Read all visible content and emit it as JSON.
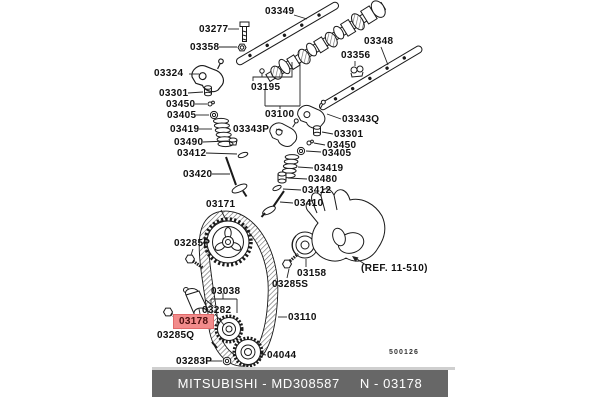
{
  "diagram": {
    "labels": [
      {
        "text": "03349"
      },
      {
        "text": "03277"
      },
      {
        "text": "03358"
      },
      {
        "text": "03348"
      },
      {
        "text": "03324"
      },
      {
        "text": "03356"
      },
      {
        "text": "03301"
      },
      {
        "text": "03450"
      },
      {
        "text": "03405"
      },
      {
        "text": "03419"
      },
      {
        "text": "03490"
      },
      {
        "text": "03412"
      },
      {
        "text": "03420"
      },
      {
        "text": "03195"
      },
      {
        "text": "03100"
      },
      {
        "text": "03343P"
      },
      {
        "text": "03343Q"
      },
      {
        "text": "03301"
      },
      {
        "text": "03450"
      },
      {
        "text": "03405"
      },
      {
        "text": "03419"
      },
      {
        "text": "03480"
      },
      {
        "text": "03412"
      },
      {
        "text": "03410"
      },
      {
        "text": "03171"
      },
      {
        "text": "03285P"
      },
      {
        "text": "03158"
      },
      {
        "text": "03285S"
      },
      {
        "text": "03038"
      },
      {
        "text": "03282"
      },
      {
        "text": "03285Q"
      },
      {
        "text": "03110"
      },
      {
        "text": "03283P"
      },
      {
        "text": "04044"
      }
    ],
    "highlight_label": {
      "text": "03178",
      "background": "#f28b8b",
      "border": "#e06a6a"
    },
    "ref_note": {
      "text": "(REF. 11-510)"
    },
    "sheet_number": {
      "text": "500126"
    },
    "line_color": "#1a1a1a"
  },
  "footer": {
    "caption_left": "MITSUBISHI - MD308587",
    "caption_right": "N - 03178",
    "bar_color": "#676767"
  }
}
